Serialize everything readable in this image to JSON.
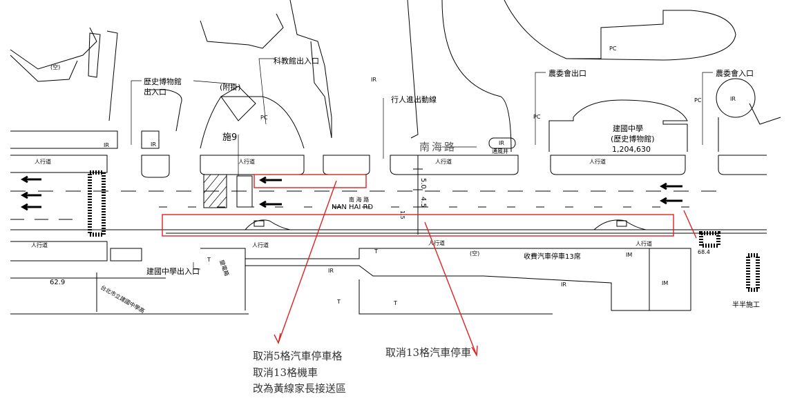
{
  "labels": {
    "science_museum_gate": "科教館出入口",
    "history_museum_gate_1": "歷史博物館",
    "history_museum_gate_2": "出入口",
    "attached": "(附掛)",
    "work_zone": "施9",
    "pedestrian_flow": "行人進出動線",
    "road_name": "南海路",
    "coa_exit": "農委會出口",
    "coa_entrance": "農委會入口",
    "school_name": "建國中學",
    "school_sub": "(歷史博物館)",
    "school_number": "1,204,630",
    "sidewalk": "人行道",
    "road_name_spaced": "南 海 路",
    "road_name_en": "NAN HAI RD",
    "school_gate": "建國中學出入口",
    "paid_parking": "收費汽車停車13席",
    "school_full": "台北市立建國中學高",
    "half_construction": "半半施工",
    "elev_left": "62.9",
    "elev_right": "68.4",
    "dim_50": "5.0",
    "dim_45": "4.5",
    "dim_15": "1.5",
    "vent": "通風井",
    "substation": "變電箱",
    "empty": "(空)"
  },
  "codes": {
    "ir": "IR",
    "pc": "PC",
    "t": "T",
    "im": "IM"
  },
  "annotations": {
    "note1_line1": "取消5格汽車停車格",
    "note1_line2": "取消13格機車",
    "note1_line3": "改為黃線家長接送區",
    "note2": "取消13格汽車停車"
  },
  "colors": {
    "markup": "#e02020",
    "lines": "#000000"
  }
}
